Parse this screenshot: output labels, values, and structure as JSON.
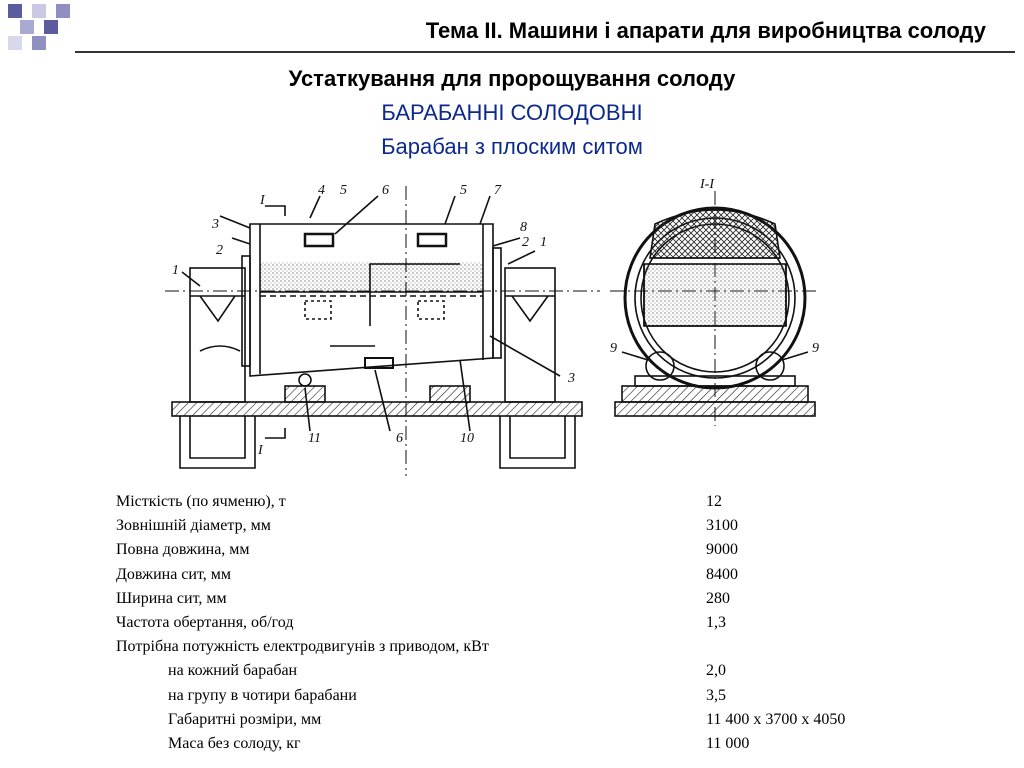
{
  "header": {
    "title": "Тема II. Машини і апарати для виробництва солоду"
  },
  "headings": {
    "main": "Устаткування для пророщування солоду",
    "sub1": "БАРАБАННІ СОЛОДОВНІ",
    "sub2": "Барабан з плоским ситом"
  },
  "diagram": {
    "section_label": "I-I",
    "section_mark": "I",
    "callouts": [
      "1",
      "2",
      "3",
      "4",
      "5",
      "6",
      "7",
      "8",
      "10",
      "11",
      "9"
    ]
  },
  "specs": [
    {
      "label": "Місткість (по ячменю), т",
      "value": "12",
      "indent": false
    },
    {
      "label": "Зовнішній діаметр, мм",
      "value": "3100",
      "indent": false
    },
    {
      "label": "Повна довжина, мм",
      "value": "9000",
      "indent": false
    },
    {
      "label": "Довжина сит, мм",
      "value": "8400",
      "indent": false
    },
    {
      "label": "Ширина сит, мм",
      "value": "280",
      "indent": false
    },
    {
      "label": "Частота обертання, об/год",
      "value": "1,3",
      "indent": false
    },
    {
      "label": "Потрібна потужність електродвигунів з приводом, кВт",
      "value": "",
      "indent": false
    },
    {
      "label": "на кожний барабан",
      "value": "2,0",
      "indent": true
    },
    {
      "label": "на групу в чотири барабани",
      "value": "3,5",
      "indent": true
    },
    {
      "label": "Габаритні розміри, мм",
      "value": "11 400 х 3700 х 4050",
      "indent": true
    },
    {
      "label": "Маса без солоду, кг",
      "value": "11 000",
      "indent": true
    }
  ],
  "colors": {
    "accent_blue": "#0d2a8a",
    "deco_purple": "#6b6ba8"
  }
}
